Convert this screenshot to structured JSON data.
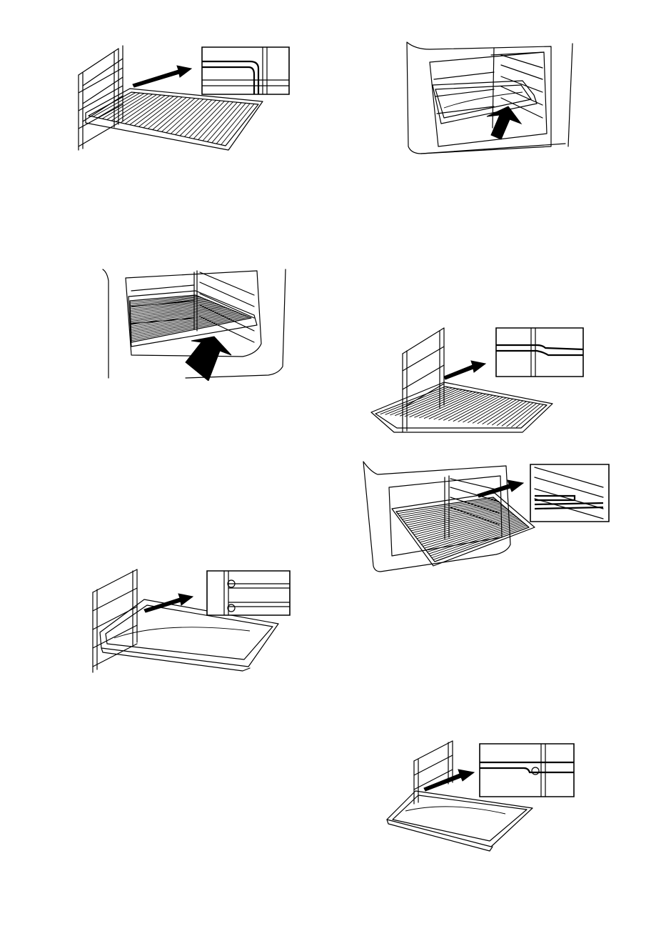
{
  "page": {
    "figures": [
      {
        "id": "fig-1",
        "icon": "wire-shelf-on-side-rail-icon"
      },
      {
        "id": "fig-2",
        "icon": "tray-into-oven-icon"
      },
      {
        "id": "fig-3",
        "icon": "wire-shelf-into-oven-icon"
      },
      {
        "id": "fig-4",
        "icon": "wire-shelf-on-rail-detail-icon"
      },
      {
        "id": "fig-5",
        "icon": "wire-shelf-in-oven-detail-icon"
      },
      {
        "id": "fig-6",
        "icon": "tray-on-side-rail-icon"
      },
      {
        "id": "fig-7",
        "icon": "tray-on-rail-detail-icon"
      }
    ]
  }
}
